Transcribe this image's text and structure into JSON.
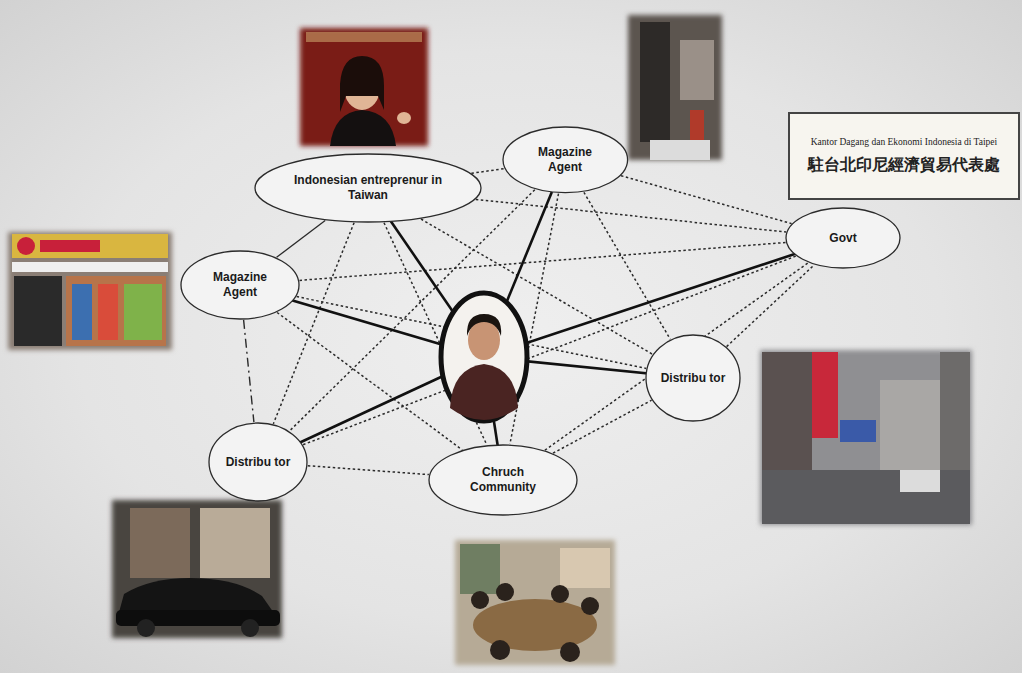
{
  "diagram": {
    "nodes": [
      {
        "text": [
          "Indonesian entreprenur in Taiwan"
        ]
      },
      {
        "text": [
          "Magazine Agent"
        ]
      },
      {
        "text": [
          "Govt"
        ]
      },
      {
        "text": [
          "Magazine Agent"
        ]
      },
      {
        "text": [
          "Distribu tor"
        ]
      },
      {
        "text": [
          "Distribu tor"
        ]
      },
      {
        "text": [
          "Chruch Community"
        ]
      }
    ],
    "edges": [
      {
        "from": 0,
        "to": 3,
        "arrow": "none"
      },
      {
        "from": 0,
        "to": 1,
        "arrow": "none"
      },
      {
        "from": 0,
        "to": 2,
        "arrow": "none"
      },
      {
        "from": 0,
        "to": 4,
        "arrow": "none"
      },
      {
        "from": 0,
        "to": 5,
        "arrow": "none"
      },
      {
        "from": 0,
        "to": 6,
        "arrow": "none"
      },
      {
        "from": 1,
        "to": 2,
        "arrow": "none"
      },
      {
        "from": 1,
        "to": 4,
        "arrow": "none"
      },
      {
        "from": 1,
        "to": 5,
        "arrow": "none"
      },
      {
        "from": 1,
        "to": 6,
        "arrow": "none"
      },
      {
        "from": 3,
        "to": 5,
        "arrow": "none"
      },
      {
        "from": 3,
        "to": 4,
        "arrow": "none"
      },
      {
        "from": 3,
        "to": 6,
        "arrow": "none"
      },
      {
        "from": 3,
        "to": 2,
        "arrow": "none"
      },
      {
        "from": 5,
        "to": 2,
        "arrow": "none"
      },
      {
        "from": 5,
        "to": 6,
        "arrow": "none"
      },
      {
        "from": 6,
        "to": 4,
        "arrow": "none"
      },
      {
        "from": 6,
        "to": 2,
        "arrow": "none"
      },
      {
        "from": 4,
        "to": 2,
        "arrow": "none"
      }
    ],
    "labels": [
      "Kantor Dagang dan Ekonomi Indonesia di Taipei",
      "駐台北印尼經濟貿易代表處"
    ]
  }
}
